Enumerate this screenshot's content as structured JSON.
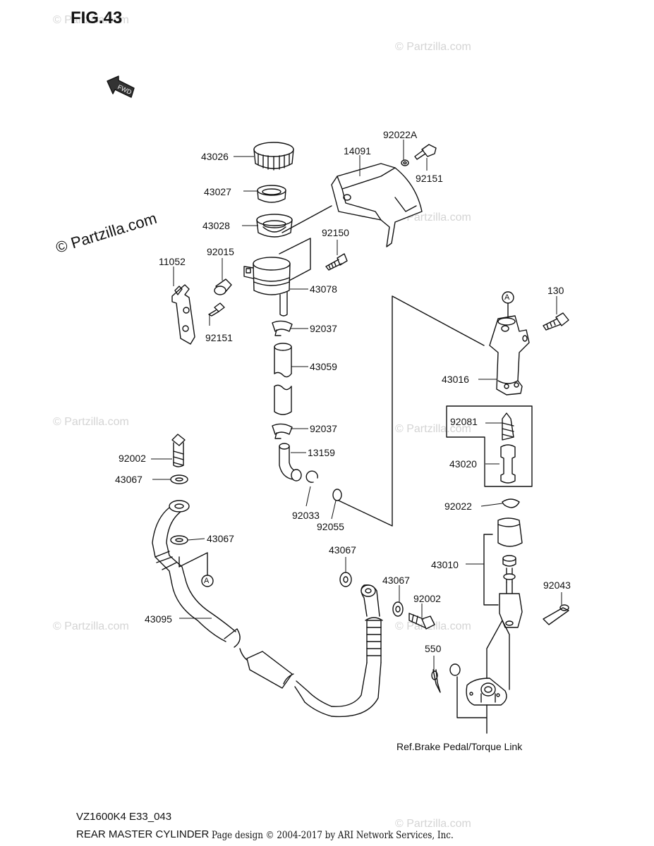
{
  "figure": {
    "title": "FIG.43",
    "fwd_label": "FWD"
  },
  "watermark": {
    "small": "© Partzilla.com",
    "large": "© Partzilla.com"
  },
  "parts": {
    "p43026": "43026",
    "p43027": "43027",
    "p43028": "43028",
    "p14091": "14091",
    "p92022A": "92022A",
    "p92151a": "92151",
    "p92150": "92150",
    "p11052": "11052",
    "p92015": "92015",
    "p43078": "43078",
    "p92151b": "92151",
    "p92037a": "92037",
    "p43059": "43059",
    "p92037b": "92037",
    "p13159": "13159",
    "p92033": "92033",
    "p92055": "92055",
    "p130": "130",
    "p43016": "43016",
    "p92081": "92081",
    "p43020": "43020",
    "p92022": "92022",
    "p43010": "43010",
    "p92043": "92043",
    "p92002a": "92002",
    "p43067a": "43067",
    "p43067b": "43067",
    "p43067c": "43067",
    "p43067d": "43067",
    "p92002b": "92002",
    "p43095": "43095",
    "p550": "550",
    "calloutA1": "A",
    "calloutA2": "A"
  },
  "reference_note": "Ref.Brake Pedal/Torque Link",
  "footer": {
    "model_code": "VZ1600K4 E33_043",
    "section_name": "REAR MASTER CYLINDER",
    "copyright": "Page design © 2004-2017 by ARI Network Services, Inc."
  }
}
